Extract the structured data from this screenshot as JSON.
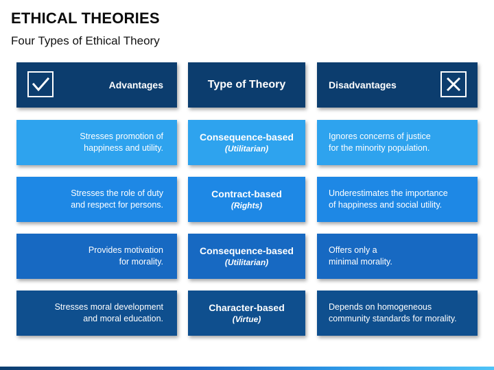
{
  "title": "ETHICAL THEORIES",
  "subtitle": "Four Types of Ethical Theory",
  "headers": {
    "advantages": "Advantages",
    "type": "Type of Theory",
    "disadvantages": "Disadvantages",
    "advantages_icon": "checkmark-icon",
    "disadvantages_icon": "close-icon"
  },
  "rows": [
    {
      "advantage": [
        "Stresses promotion of",
        "happiness and utility."
      ],
      "type": "Consequence-based",
      "subtype": "(Utilitarian)",
      "disadvantage": [
        "Ignores concerns of justice",
        "for the minority population."
      ],
      "color": "#2ea3ee"
    },
    {
      "advantage": [
        "Stresses the role of duty",
        "and respect for persons."
      ],
      "type": "Contract-based",
      "subtype": "(Rights)",
      "disadvantage": [
        "Underestimates the importance",
        "of happiness and social utility."
      ],
      "color": "#1e88e5"
    },
    {
      "advantage": [
        "Provides motivation",
        "for morality."
      ],
      "type": "Consequence-based",
      "subtype": "(Utilitarian)",
      "disadvantage": [
        "Offers only a",
        "minimal morality."
      ],
      "color": "#1769c2"
    },
    {
      "advantage": [
        "Stresses moral development",
        "and moral education."
      ],
      "type": "Character-based",
      "subtype": "(Virtue)",
      "disadvantage": [
        "Depends on homogeneous",
        "community standards for morality."
      ],
      "color": "#0f4f8e"
    }
  ],
  "colors": {
    "header": "#0c3d6e"
  }
}
